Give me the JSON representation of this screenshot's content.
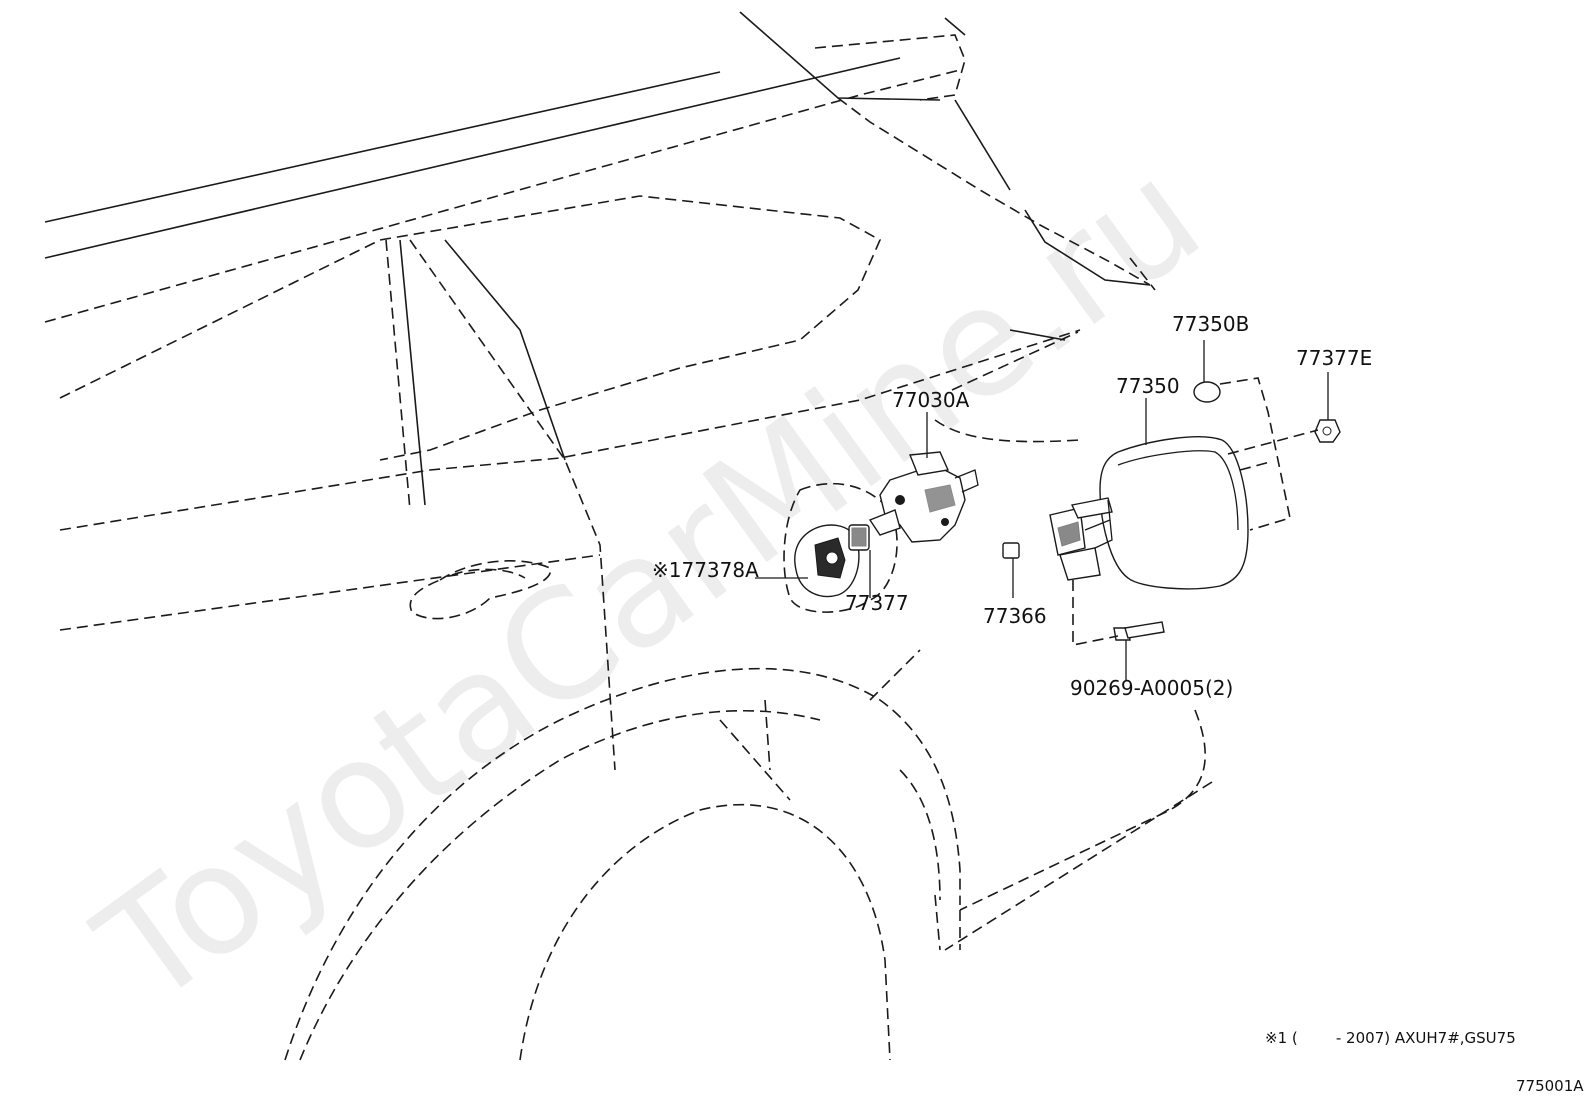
{
  "watermark": "ToyotaCarMine.ru",
  "labels": {
    "p77350B": "77350B",
    "p77377E": "77377E",
    "p77350": "77350",
    "p77030A": "77030A",
    "p77378A": "※177378A",
    "p77377": "77377",
    "p77366": "77366",
    "p90269": "90269-A0005(2)"
  },
  "footnote": "※1 (        - 2007) AXUH7#,GSU75",
  "diagram_code": "775001A"
}
